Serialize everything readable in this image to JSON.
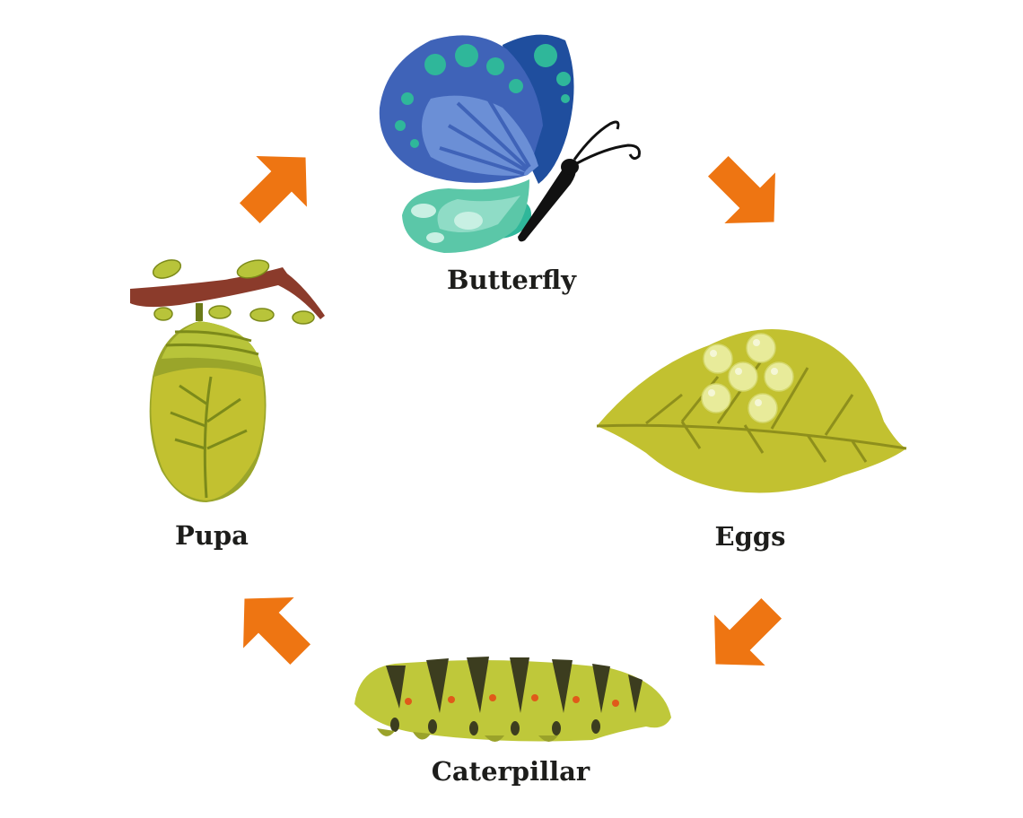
{
  "stages": {
    "butterfly": "Butterfly",
    "eggs": "Eggs",
    "caterpillar": "Caterpillar",
    "pupa": "Pupa"
  },
  "icons": {
    "butterfly": "butterfly-icon",
    "eggs": "leaf-with-eggs-icon",
    "caterpillar": "caterpillar-icon",
    "pupa": "chrysalis-icon",
    "arrows": "arrow-icon"
  },
  "colors": {
    "arrow": "#ee7512",
    "leaf": "#c2c130",
    "wing_blue": "#3f63b8",
    "wing_teal": "#5bc7a8",
    "text": "#1d1d1b"
  }
}
